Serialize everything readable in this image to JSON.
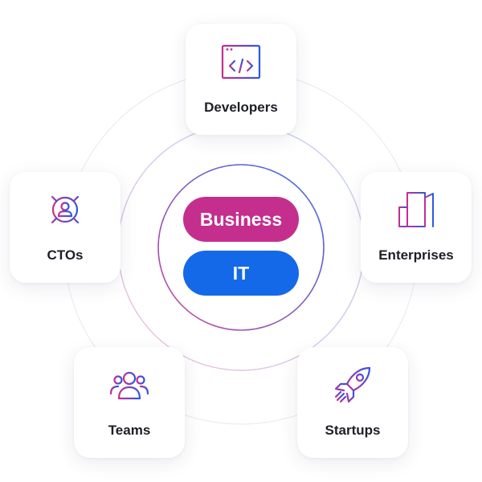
{
  "center": {
    "top_label": "Business",
    "bottom_label": "IT"
  },
  "audiences": [
    {
      "label": "Developers",
      "icon": "code-window-icon"
    },
    {
      "label": "Enterprises",
      "icon": "office-buildings-icon"
    },
    {
      "label": "Startups",
      "icon": "rocket-icon"
    },
    {
      "label": "Teams",
      "icon": "team-icon"
    },
    {
      "label": "CTOs",
      "icon": "target-user-icon"
    }
  ],
  "colors": {
    "business": "#c42f8e",
    "it": "#1469e8",
    "icon_gradient_start": "#c42f8e",
    "icon_gradient_end": "#2f57e6",
    "label_text": "#1d1f27"
  }
}
